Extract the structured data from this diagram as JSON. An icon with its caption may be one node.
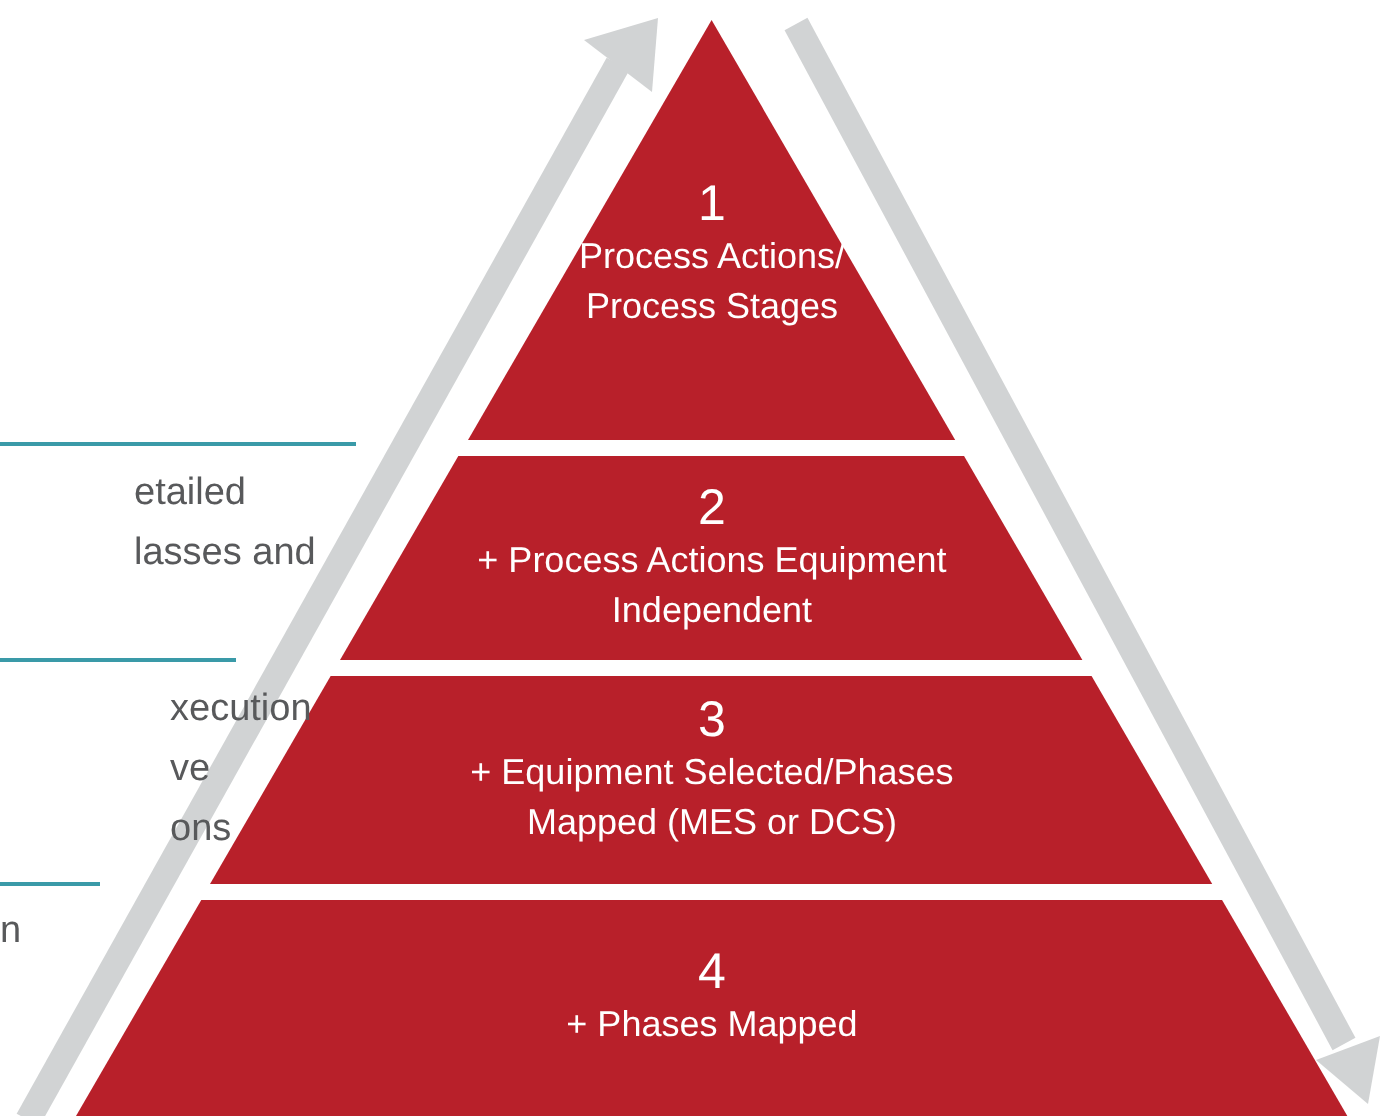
{
  "diagram": {
    "nodes": [
      {
        "text": [
          "1",
          "Process Actions/ Process Stages"
        ]
      },
      {
        "text": [
          "2",
          "+ Process Actions Equipment Independent"
        ]
      },
      {
        "text": [
          "3",
          "+ Equipment Selected/Phases Mapped (MES or DCS)"
        ]
      },
      {
        "text": [
          "4",
          "+ Phases Mapped"
        ]
      }
    ],
    "edges": [],
    "labels": [
      "etailed lasses and",
      "xecution ve ons",
      "n"
    ]
  }
}
